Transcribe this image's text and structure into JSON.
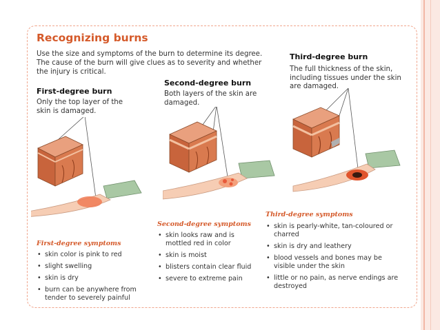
{
  "title": "Recognizing burns",
  "intro": "Use the size and symptoms of the burn to determine its degree. The cause of the burn will give clues as to severity and whether the injury is critical.",
  "first": {
    "heading": "First-degree burn",
    "description": "Only the top layer of the skin is damaged.",
    "symptoms_heading": "First-degree symptoms",
    "symptoms": [
      "skin color is pink to red",
      "slight swelling",
      "skin is dry",
      "burn can be anywhere from tender to severely painful"
    ]
  },
  "second": {
    "heading": "Second-degree burn",
    "description": "Both layers of the skin are damaged.",
    "symptoms_heading": "Second-degree symptoms",
    "symptoms": [
      "skin looks raw and is mottled red in color",
      "skin is moist",
      "blisters contain clear fluid",
      "severe to extreme pain"
    ]
  },
  "third": {
    "heading": "Third-degree burn",
    "description": "The full thickness of the skin, including tissues under the skin are damaged.",
    "symptoms_heading": "Third-degree symptoms",
    "symptoms": [
      "skin is pearly-white, tan-coloured or charred",
      "skin is dry and leathery",
      "blood vessels and bones may be visible under the skin",
      "little or no pain, as nerve endings are destroyed"
    ]
  },
  "colors": {
    "accent": "#d55a2a",
    "border": "#f0a58c",
    "side_bar": "#fbe9e3"
  }
}
